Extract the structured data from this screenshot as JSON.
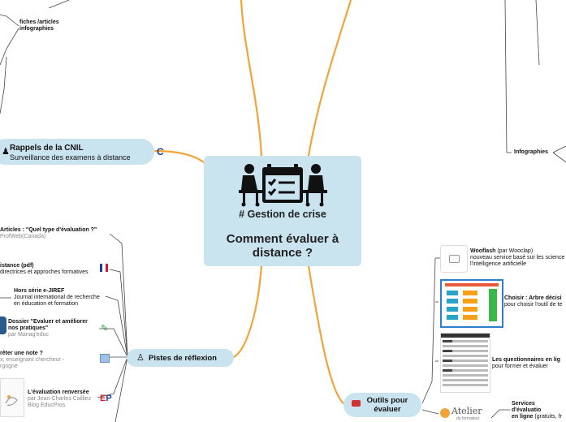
{
  "central": {
    "hashtag": "# Gestion de crise",
    "title_line1": "Comment évaluer à",
    "title_line2": "distance ?",
    "icon": "people-at-laptops-calendar-icon"
  },
  "topics": {
    "cnil": {
      "title": "Rappels de la CNIL",
      "subtitle": "Surveillance des examens à distance",
      "icon": "classroom-icon",
      "badge": "C"
    },
    "pistes": {
      "title": "Pistes de réflexion",
      "icon": "teacher-icon"
    },
    "outils": {
      "title_line1": "Outils pour",
      "title_line2": "évaluer",
      "icon": "toolbox-icon"
    }
  },
  "left_nodes": {
    "fiches_line1": "fiches /articles",
    "fiches_line2": "infographies",
    "articles_title": "Articles : \"Quel type d'évaluation ?\"",
    "articles_source": "ProfWeb(Canada)",
    "distance_title": "istance (pdf)",
    "distance_sub": "directrices et approches formatives",
    "jiref_title": "Hors série e-JIREF",
    "jiref_line1": "Journal international de recherche",
    "jiref_line2": "en éducation et formation",
    "dossier_line1": "Dossier \"Evaluer et améliorer",
    "dossier_line2": "nos pratiques\"",
    "dossier_source": "par Manag'educ",
    "note_title": "rêter une note ?",
    "note_line1": "x, enseignant chercheur -",
    "note_line2": "rgogne",
    "renversee_title": "L'évaluation renversée",
    "renversee_by": "par Jean-Charles Cailliez",
    "renversee_src": "Blog EducPros",
    "badge_ep": "EP"
  },
  "right_nodes": {
    "infographies": "Infographies",
    "wooflash_name": "Wooflash",
    "wooflash_by": " (par Wooclap)",
    "wooflash_line1": "nouveau service basé sur les science",
    "wooflash_line2": "l'intelligence artificielle",
    "choisir_title": "Choisir : Arbre décisi",
    "choisir_sub": "pour choisir l'outil de te",
    "quest_title": "Les questionnaires en lig",
    "quest_sub": "pour former et évaluer",
    "services_line1": "Services d'évaluatio",
    "services_line2b": "en ligne",
    "services_line2": " (gratuits, fr",
    "atelier_logo_text": "Atelier",
    "atelier_logo_sub": "du formateur"
  },
  "colors": {
    "branch": "#f2a33a",
    "topic_bg": "#c9e3ef",
    "thin_line": "#444444"
  }
}
